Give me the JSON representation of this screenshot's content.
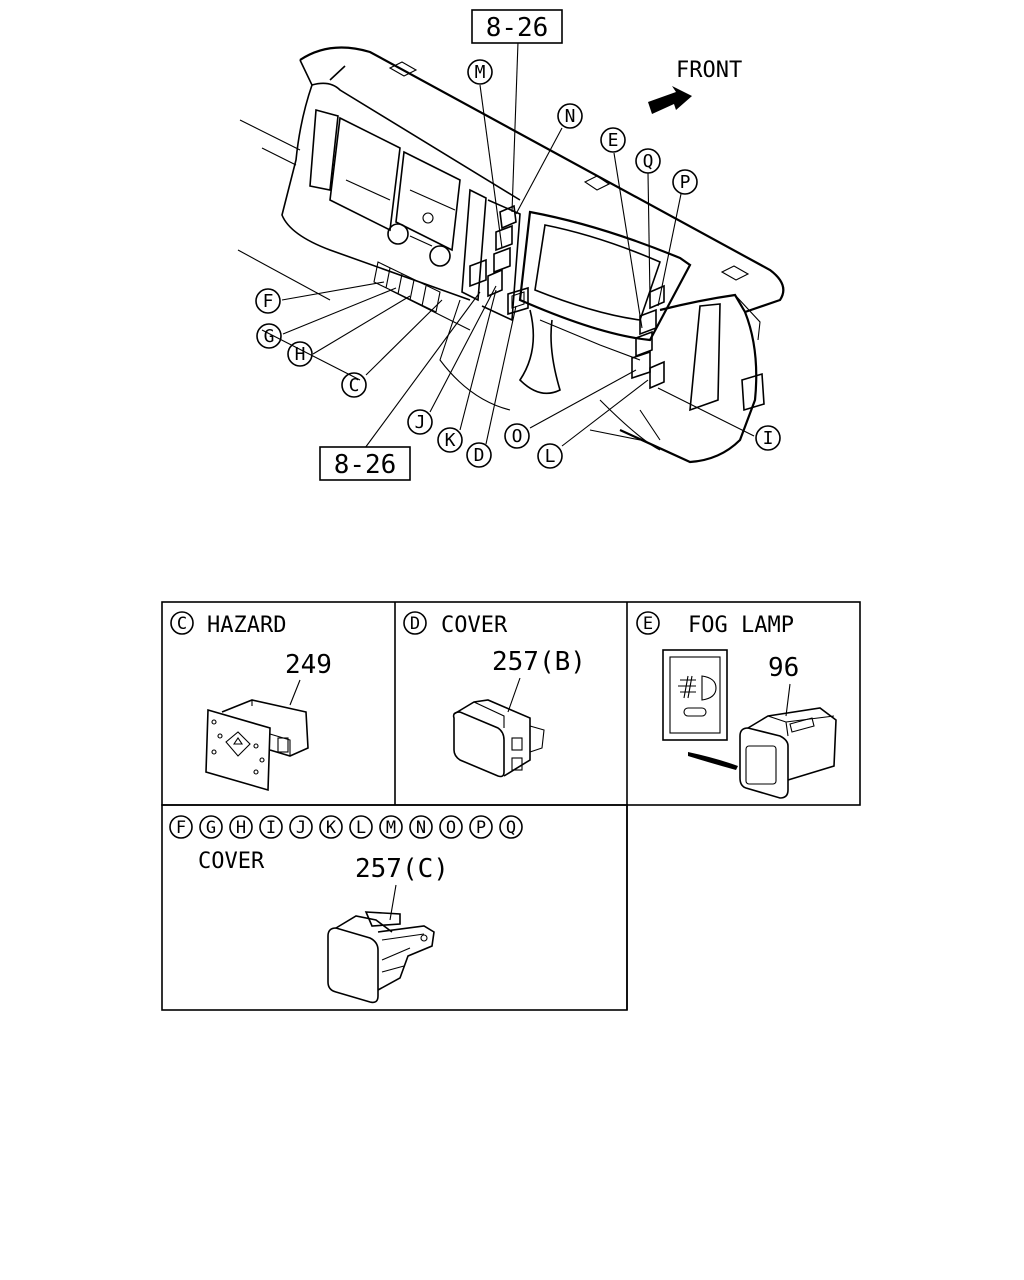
{
  "diagram": {
    "front_label": "FRONT",
    "ref_top": "8-26",
    "ref_bottom": "8-26",
    "callouts": {
      "M": "M",
      "N": "N",
      "E": "E",
      "Q": "Q",
      "P": "P",
      "F": "F",
      "G": "G",
      "H": "H",
      "C": "C",
      "J": "J",
      "K": "K",
      "D": "D",
      "O": "O",
      "L": "L",
      "I": "I"
    }
  },
  "parts": {
    "hazard": {
      "letter": "C",
      "name": "HAZARD",
      "number": "249"
    },
    "cover_b": {
      "letter": "D",
      "name": "COVER",
      "number": "257(B)"
    },
    "fog_lamp": {
      "letter": "E",
      "name": "FOG LAMP",
      "number": "96"
    },
    "cover_c": {
      "letters": [
        "F",
        "G",
        "H",
        "I",
        "J",
        "K",
        "L",
        "M",
        "N",
        "O",
        "P",
        "Q"
      ],
      "name": "COVER",
      "number": "257(C)"
    }
  }
}
